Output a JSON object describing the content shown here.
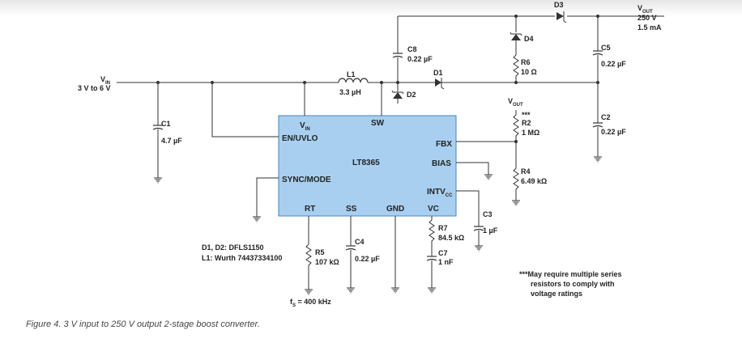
{
  "colors": {
    "chip_fill": "#a8cff0",
    "chip_border": "#4a86c0",
    "wire": "#333333"
  },
  "ic": {
    "name": "LT8365",
    "pins": {
      "vin_main": "V",
      "vin_sub": "IN",
      "sw": "SW",
      "en_uvlo": "EN/UVLO",
      "fbx": "FBX",
      "bias": "BIAS",
      "sync_mode": "SYNC/MODE",
      "intvcc_main": "INTV",
      "intvcc_sub": "CC",
      "rt": "RT",
      "ss": "SS",
      "gnd": "GND",
      "vc": "VC"
    }
  },
  "input": {
    "v_main": "V",
    "v_sub": "IN",
    "range": "3 V to 6 V"
  },
  "output": {
    "v_main": "V",
    "v_sub": "OUT",
    "voltage": "250 V",
    "current": "1.5 mA"
  },
  "vout_node": {
    "main": "V",
    "sub": "OUT"
  },
  "components": {
    "L1": {
      "ref": "L1",
      "value": "3.3 µH"
    },
    "C1": {
      "ref": "C1",
      "value": "4.7 µF"
    },
    "C8": {
      "ref": "C8",
      "value": "0.22 µF"
    },
    "D1": {
      "ref": "D1"
    },
    "D2": {
      "ref": "D2"
    },
    "D3": {
      "ref": "D3"
    },
    "D4": {
      "ref": "D4"
    },
    "R6": {
      "ref": "R6",
      "value": "10 Ω"
    },
    "C5": {
      "ref": "C5",
      "value": "0.22 µF"
    },
    "C2": {
      "ref": "C2",
      "value": "0.22 µF"
    },
    "R2": {
      "ref": "R2",
      "value": "1 MΩ",
      "mark": "***"
    },
    "R4": {
      "ref": "R4",
      "value": "6.49 kΩ"
    },
    "C3": {
      "ref": "C3",
      "value": "1 µF"
    },
    "R7": {
      "ref": "R7",
      "value": "84.5 kΩ"
    },
    "C7": {
      "ref": "C7",
      "value": "1 nF"
    },
    "R5": {
      "ref": "R5",
      "value": "107 kΩ"
    },
    "C4": {
      "ref": "C4",
      "value": "0.22 µF"
    }
  },
  "notes": {
    "diodes": "D1, D2: DFLS1150",
    "inductor": "L1: Wurth 74437334100",
    "fs_main": "f",
    "fs_sub": "S",
    "fs_value": " = 400 kHz",
    "resistor_note_1": "***May require multiple series",
    "resistor_note_2": "resistors to comply with",
    "resistor_note_3": "voltage ratings"
  },
  "caption": "Figure 4. 3 V input to 250 V output 2-stage boost converter."
}
